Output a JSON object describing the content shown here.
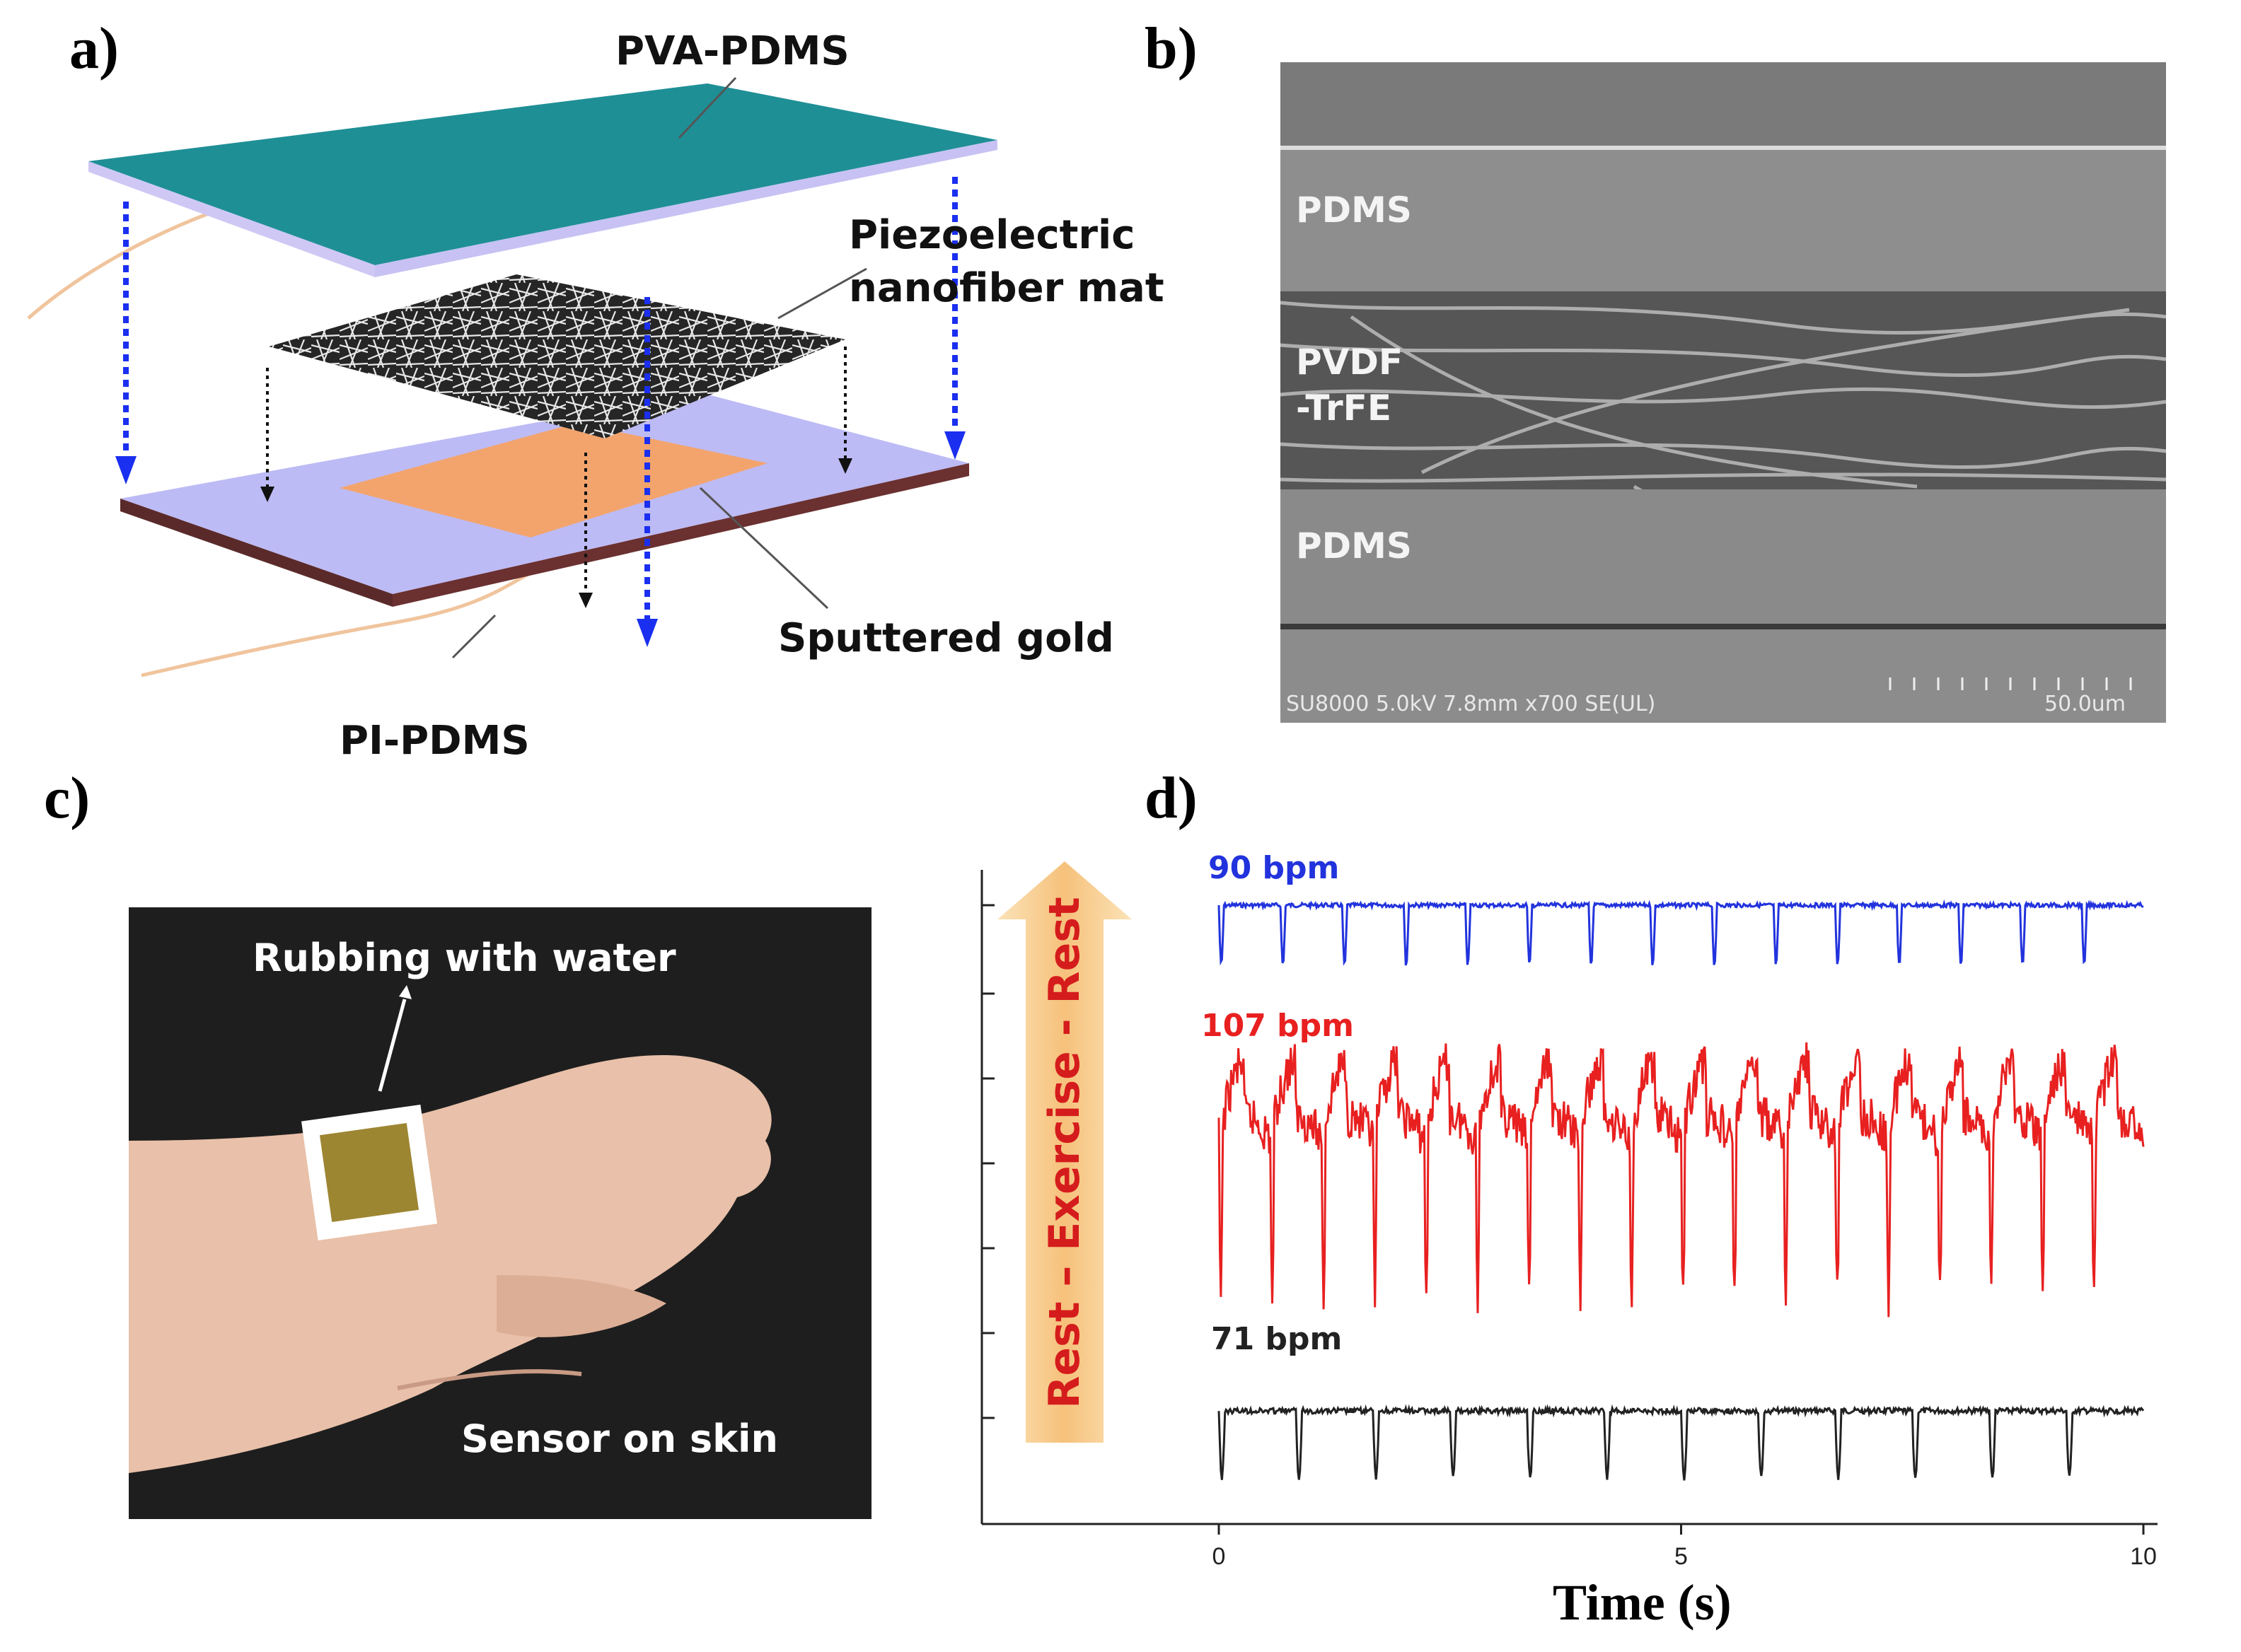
{
  "panels": {
    "a": "a)",
    "b": "b)",
    "c": "c)",
    "d": "d)"
  },
  "panel_a": {
    "layer_top": "PVA-PDMS",
    "layer_mid_line1": "Piezoelectric",
    "layer_mid_line2": "nanofiber mat",
    "electrode": "Sputtered gold",
    "layer_bottom": "PI-PDMS",
    "colors": {
      "top_layer": "#1e8f96",
      "bottom_layer": "#b9b7f4",
      "gold": "#f2a56f",
      "base_edge": "#5a2a2a",
      "arrow_blue": "#1a2ff0"
    }
  },
  "panel_b": {
    "top_layer": "PDMS",
    "middle_layer_line1": "PVDF",
    "middle_layer_line2": "-TrFE",
    "bottom_layer": "PDMS",
    "instrument_info": "SU8000 5.0kV 7.8mm x700 SE(UL)",
    "scale_bar": "50.0um"
  },
  "panel_c": {
    "annotation": "Rubbing with water",
    "caption": "Sensor on skin"
  },
  "chart_data": {
    "type": "line",
    "xlabel": "Time (s)",
    "ylabel": "",
    "xlim": [
      0,
      10
    ],
    "x_ticks": [
      0,
      5,
      10
    ],
    "arrow_text": "Rest – Exercise - Rest",
    "series": [
      {
        "name": "90 bpm",
        "color": "#2233dd",
        "beats": 15
      },
      {
        "name": "107 bpm",
        "color": "#e82020",
        "beats": 18
      },
      {
        "name": "71 bpm",
        "color": "#222222",
        "beats": 12
      }
    ]
  }
}
